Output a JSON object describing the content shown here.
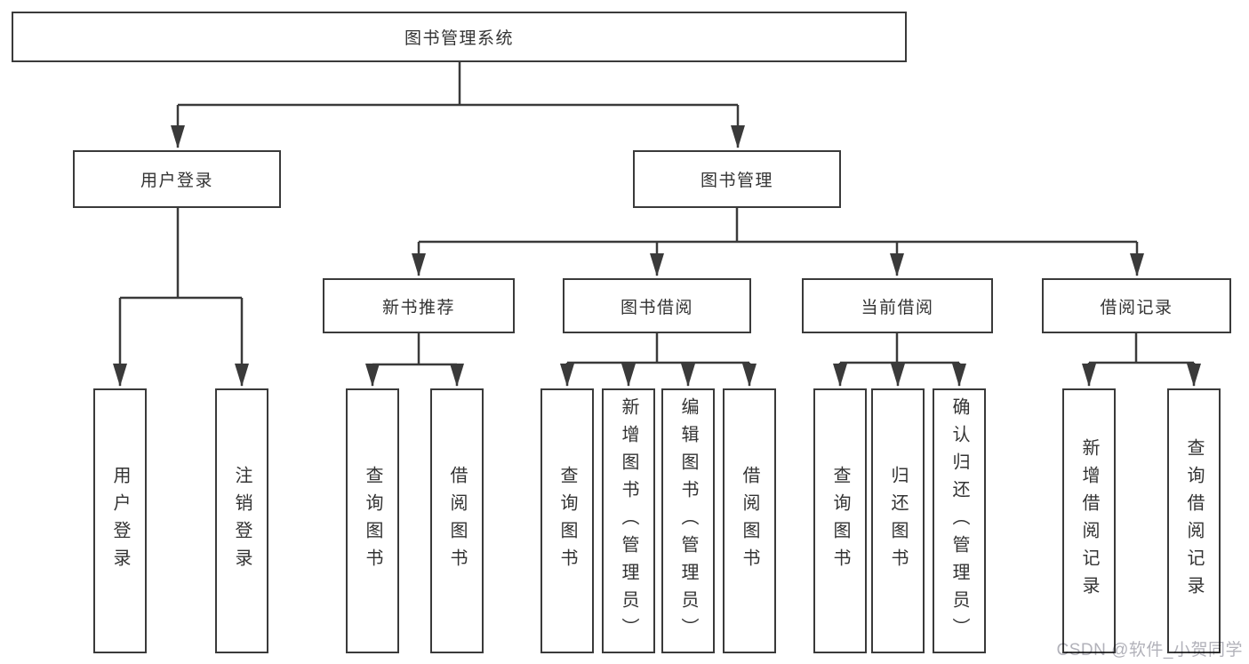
{
  "diagram": {
    "title": "图书管理系统",
    "root": {
      "label": "图书管理系统"
    },
    "branches": [
      {
        "label": "用户登录",
        "children": [
          {
            "label": "用户登录"
          },
          {
            "label": "注销登录"
          }
        ]
      },
      {
        "label": "图书管理",
        "children": [
          {
            "label": "新书推荐",
            "children": [
              {
                "label": "查询图书"
              },
              {
                "label": "借阅图书"
              }
            ]
          },
          {
            "label": "图书借阅",
            "children": [
              {
                "label": "查询图书"
              },
              {
                "label": "新增图书（管理员）"
              },
              {
                "label": "编辑图书（管理员）"
              },
              {
                "label": "借阅图书"
              }
            ]
          },
          {
            "label": "当前借阅",
            "children": [
              {
                "label": "查询图书"
              },
              {
                "label": "归还图书"
              },
              {
                "label": "确认归还（管理员）"
              }
            ]
          },
          {
            "label": "借阅记录",
            "children": [
              {
                "label": "新增借阅记录"
              },
              {
                "label": "查询借阅记录"
              }
            ]
          }
        ]
      }
    ],
    "colors": {
      "line": "#3a3a3a",
      "text": "#333333",
      "box_background": "#ffffff",
      "watermark": "#b2b2ba"
    }
  },
  "watermark": {
    "text": "CSDN @软件_小贺同学"
  }
}
